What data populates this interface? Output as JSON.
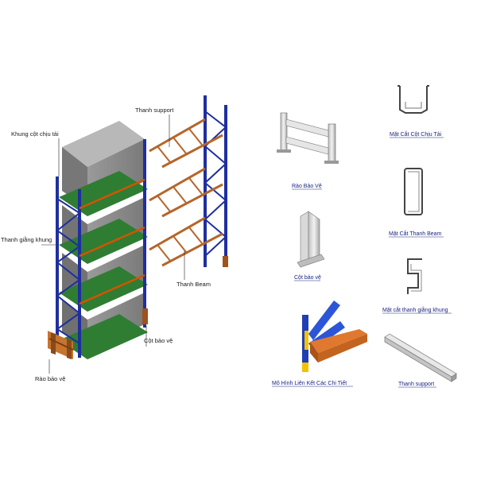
{
  "main_labels": {
    "upright_frame": "Khung cột chịu tải",
    "frame_bracing": "Thanh giằng khung",
    "guard_rail": "Rào bảo vệ",
    "support_bar": "Thanh support",
    "beam": "Thanh Beam",
    "column_guard": "Cột bảo vệ"
  },
  "parts": {
    "guard_rail": "Rào Bảo Vệ",
    "upright_section": "Mặt Cắt Cột Chịu Tải",
    "beam_section": "Mặt Cắt Thanh Beam",
    "column_guard": "Cột bảo vệ",
    "bracing_section": "Mặt cắt thanh giằng khung",
    "connection_model": "Mô Hình Liên Kết Các Chi Tiết",
    "support_bar": "Thanh support"
  },
  "colors": {
    "upright": "#1f2f9e",
    "beam": "#b5652a",
    "deck": "#2f7d32",
    "box": "#8a8a8a",
    "guard": "#c6742e",
    "caption": "#1a237e"
  }
}
